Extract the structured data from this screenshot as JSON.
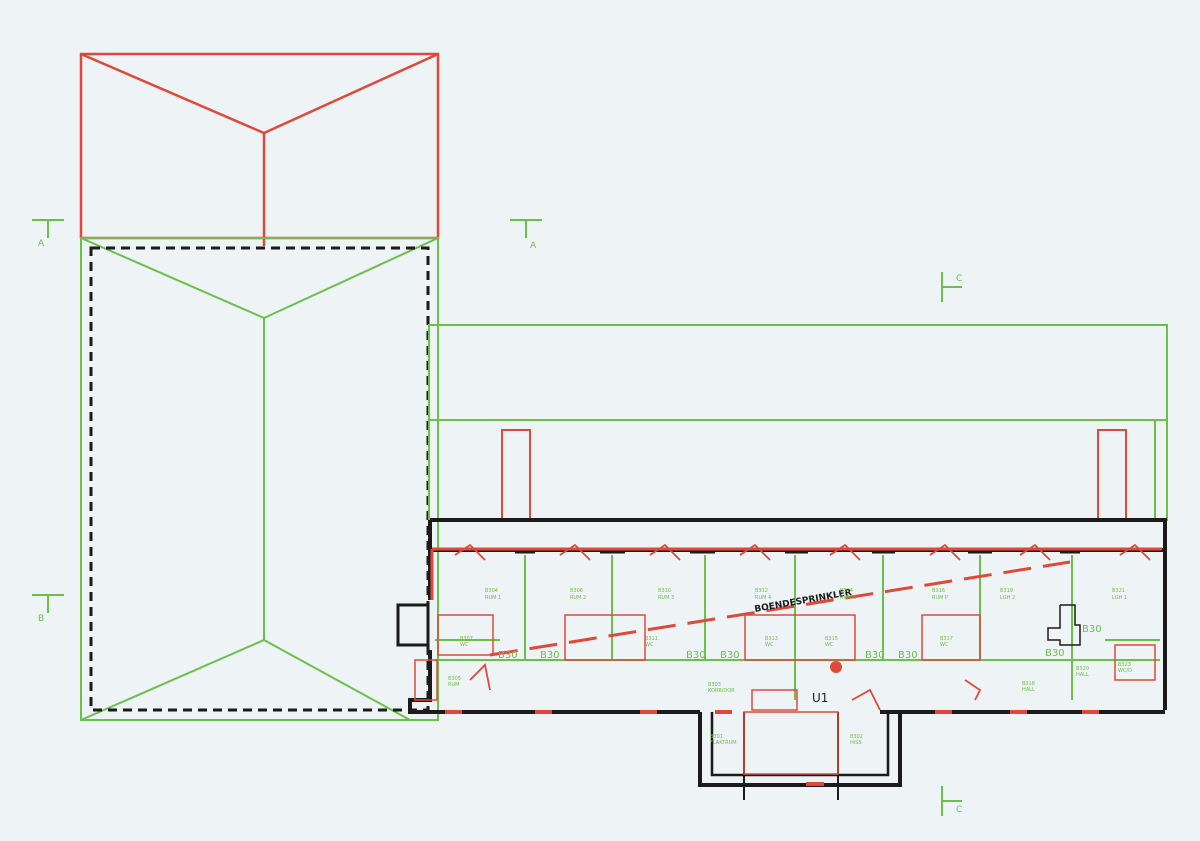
{
  "colors": {
    "background": "#eef3f5",
    "existing": "#6cbf4a",
    "fire": "#e0493a",
    "walls": "#1b1b1b"
  },
  "annotations": {
    "sprinkler": "BOENDESPRINKLER",
    "exit": "U1",
    "fire_class_label": "B30"
  },
  "section_marks": {
    "a_left": "A",
    "a_right": "A",
    "b_left": "B",
    "c_top": "C",
    "c_bottom": "C"
  },
  "rooms": {
    "r1": [
      "B304",
      "RUM 1"
    ],
    "r2": [
      "B306",
      "RUM 2"
    ],
    "r3": [
      "B310",
      "RUM 3"
    ],
    "r4": [
      "B312",
      "RUM 4"
    ],
    "r5": [
      "B314",
      "RUM 5"
    ],
    "r6": [
      "B316",
      "RUM P"
    ],
    "r7": [
      "B319",
      "LGH 2"
    ],
    "r8": [
      "B321",
      "LGH 1"
    ],
    "wc1": [
      "B307",
      "WC"
    ],
    "wc2": [
      "B311",
      "WC"
    ],
    "wc3": [
      "B313",
      "WC"
    ],
    "wc4": [
      "B315",
      "WC"
    ],
    "wc5": [
      "B317",
      "WC"
    ],
    "wc6": [
      "B323",
      "WC/D"
    ],
    "rum": [
      "B305",
      "RUM"
    ],
    "korridor": [
      "B303",
      "KORRIDOR"
    ],
    "trapphus": [
      "B301",
      "FLAKTRUM"
    ],
    "hiss": [
      "B302",
      "HISS"
    ],
    "hall1": [
      "B318",
      "HALL"
    ],
    "hall2": [
      "B320",
      "HALL"
    ]
  }
}
